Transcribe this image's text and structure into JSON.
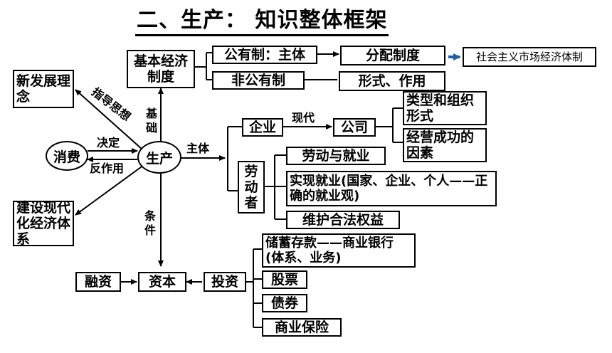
{
  "title": "二、生产： 知识整体框架",
  "nodes": {
    "production": "生产",
    "consumption": "消费",
    "new_philosophy": "新发展理念",
    "modern_economy": "建设现代化经济体系",
    "basic_economic_system": "基本经济制度",
    "public_ownership": "公有制：主体",
    "distribution_system": "分配制度",
    "socialist_market_economy": "社会主义市场经济体制",
    "non_public_ownership": "非公有制",
    "forms_roles": "形式、作用",
    "enterprise": "企业",
    "company": "公司",
    "types_forms": "类型和组织形式",
    "success_factors": "经营成功的因素",
    "labor": "劳动者",
    "labor_employment": "劳动与就业",
    "realize_employment": "实现就业(国家、企业、个人——正确的就业观)",
    "protect_rights": "维护合法权益",
    "financing": "融资",
    "capital": "资本",
    "investment": "投资",
    "savings": "储蓄存款——商业银行(体系、业务)",
    "stocks": "股票",
    "bonds": "债券",
    "insurance": "商业保险"
  },
  "labels": {
    "guiding_thought": "指导思想",
    "foundation": "基础",
    "determines": "决定",
    "reacts": "反作用",
    "main_body": "主体",
    "modern": "现代",
    "condition": "条件"
  },
  "colors": {
    "line": "#000000",
    "accent_arrow": "#1f5fa8"
  }
}
